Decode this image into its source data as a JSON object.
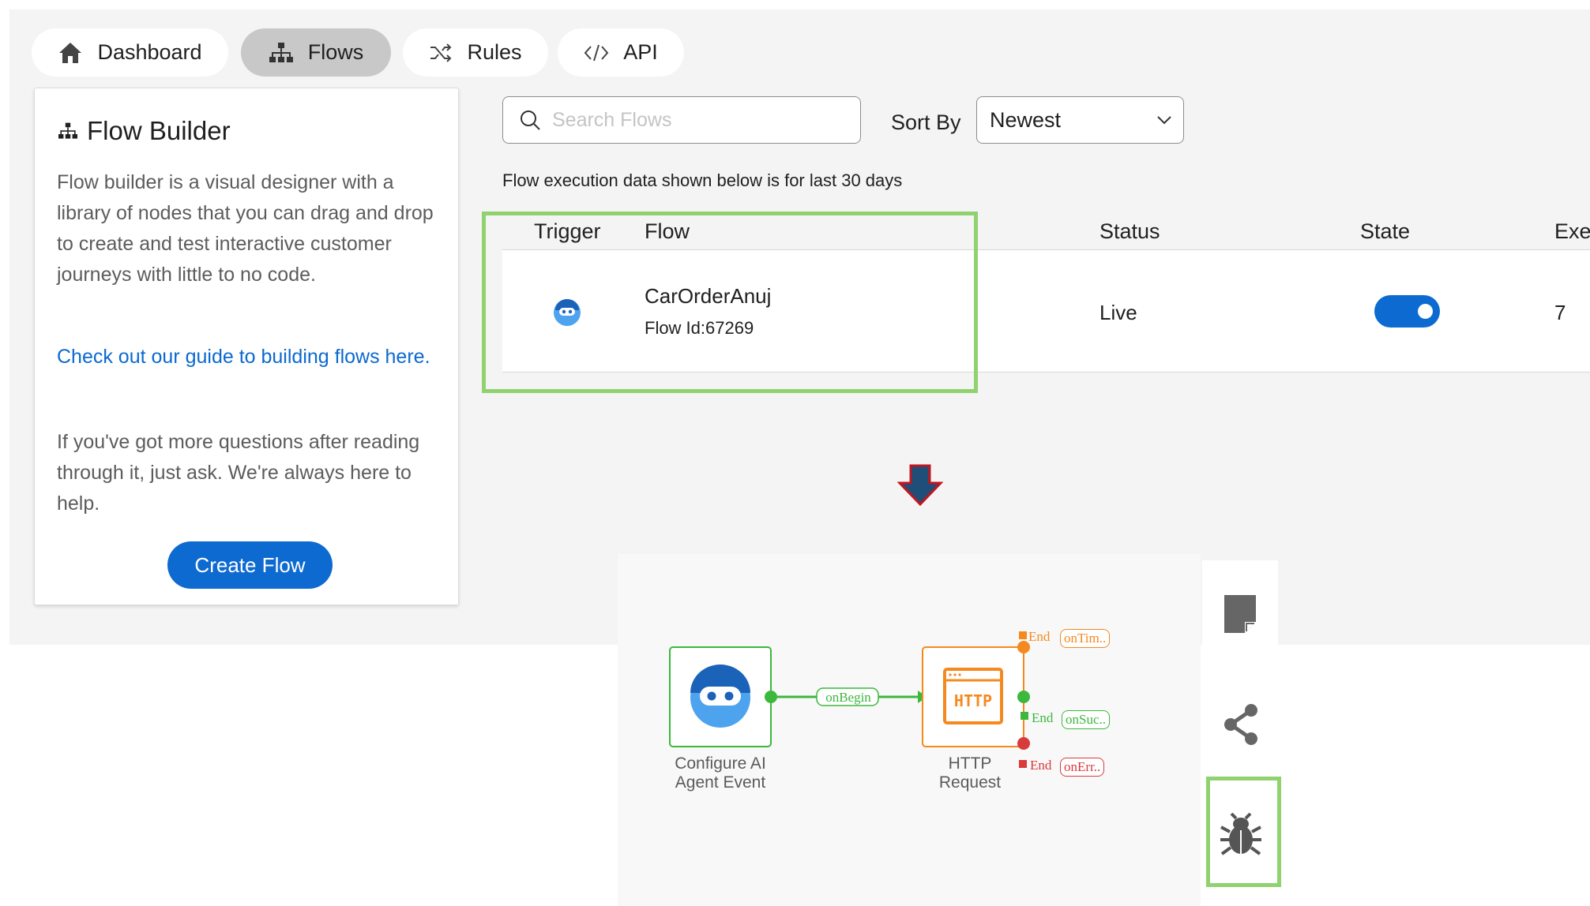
{
  "tabs": [
    {
      "label": "Dashboard",
      "icon": "home-icon",
      "active": false
    },
    {
      "label": "Flows",
      "icon": "sitemap-icon",
      "active": true
    },
    {
      "label": "Rules",
      "icon": "shuffle-icon",
      "active": false
    },
    {
      "label": "API",
      "icon": "code-icon",
      "active": false
    }
  ],
  "info_card": {
    "title": "Flow Builder",
    "description": "Flow builder is a visual designer with a library of nodes that you can drag and drop to create and test interactive customer journeys with little to no code.",
    "guide_link": "Check out our guide to building flows here.",
    "help_text": "If you've got more questions after reading through it, just ask. We're always here to help.",
    "create_button": "Create Flow"
  },
  "search": {
    "placeholder": "Search Flows",
    "value": ""
  },
  "sort": {
    "label": "Sort By",
    "selected": "Newest"
  },
  "exec_note": "Flow execution data shown below is for last 30 days",
  "table": {
    "columns": [
      "Trigger",
      "Flow",
      "Status",
      "State",
      "Exe"
    ],
    "rows": [
      {
        "flow_name": "CarOrderAnuj",
        "flow_id": "Flow Id:67269",
        "status": "Live",
        "state_on": true,
        "executions": "7",
        "trigger_icon": "ai-agent-icon"
      }
    ]
  },
  "canvas": {
    "node_trigger_label_1": "Configure AI",
    "node_trigger_label_2": "Agent Event",
    "node_http_label_1": "HTTP",
    "node_http_label_2": "Request",
    "http_badge": "HTTP",
    "edge_label": "onBegin",
    "ends": [
      {
        "end": "End",
        "event": "onTim..",
        "color": "#f5891f"
      },
      {
        "end": "End",
        "event": "onSuc..",
        "color": "#3cb83c"
      },
      {
        "end": "End",
        "event": "onErr..",
        "color": "#d93a3a"
      }
    ]
  },
  "side_panel": {
    "icons": [
      "sticky-note-icon",
      "share-icon",
      "bug-icon"
    ]
  },
  "colors": {
    "accent": "#0d6ad1",
    "highlight": "#8fd26f",
    "trigger_green": "#3cb83c",
    "http_orange": "#f5891f",
    "error_red": "#d93a3a"
  }
}
